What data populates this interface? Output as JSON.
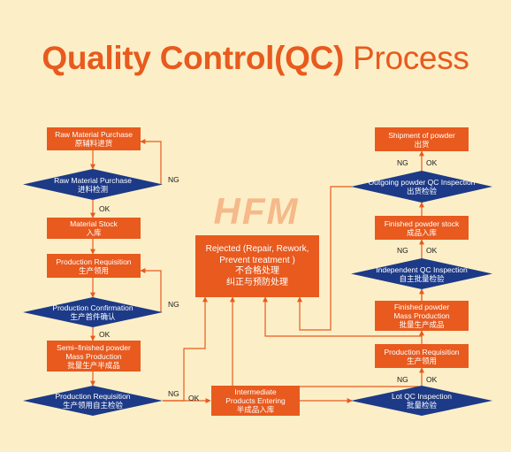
{
  "title": {
    "bold": "Quality Control(QC)",
    "light": " Process"
  },
  "logo_text": "HFM",
  "colors": {
    "background": "#fcefc7",
    "orange": "#e85a1e",
    "navy": "#1c3a87",
    "logo": "#f5b98a"
  },
  "left_column": [
    {
      "en": "Raw Material Purchase",
      "cn": "原辅料进货"
    },
    {
      "en": "Raw Material Purchase",
      "cn": "进料检测"
    },
    {
      "en": "Material Stock",
      "cn": "入库"
    },
    {
      "en": "Production Requisition",
      "cn": "生产领用"
    },
    {
      "en": "Production Confirmation",
      "cn": "生产首件确认"
    },
    {
      "en": "Semi–finished powder",
      "en2": "Mass Production",
      "cn": "批量生产半成品"
    },
    {
      "en": "Production Requisition",
      "cn": "生产领用自主检验"
    }
  ],
  "center": {
    "rejected": {
      "en": "Rejected (Repair, Rework,",
      "en2": "Prevent treatment )",
      "cn": "不合格处理",
      "cn2": "纠正与预防处理"
    },
    "intermediate": {
      "en": "Intermediate",
      "en2": "Products Entering",
      "cn": "半成品入库"
    }
  },
  "right_column": [
    {
      "en": "Shipment of powder",
      "cn": "出货"
    },
    {
      "en": "Outgoing powder QC Inspection",
      "cn": "出货检验"
    },
    {
      "en": "Finished powder stock",
      "cn": "成品入库"
    },
    {
      "en": "Independent QC Inspection",
      "cn": "自主批量检验"
    },
    {
      "en": "Finished powder",
      "en2": "Mass Production",
      "cn": "批量生产成品"
    },
    {
      "en": "Production Requisition",
      "cn": "生产领用"
    },
    {
      "en": "Lot QC Inspection",
      "cn": "批量检验"
    }
  ],
  "labels": {
    "ng": "NG",
    "ok": "OK"
  }
}
